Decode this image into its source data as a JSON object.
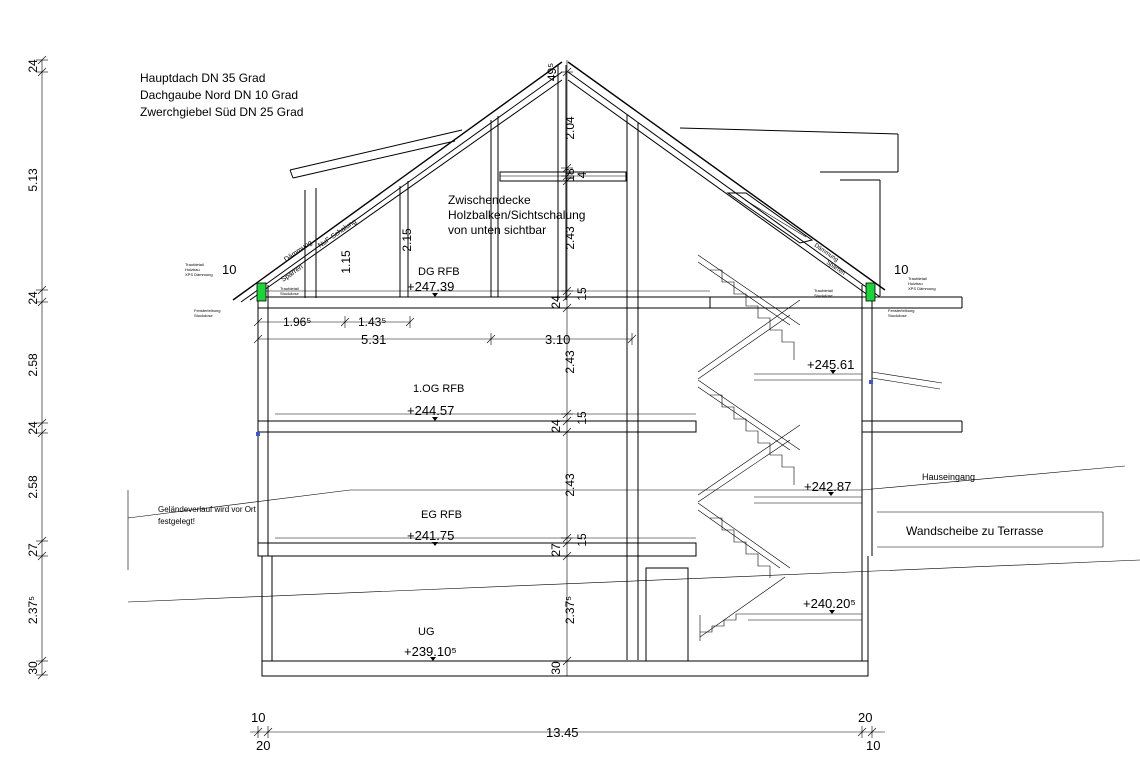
{
  "header_notes": [
    "Hauptdach DN 35 Grad",
    "Dachgaube Nord DN 10 Grad",
    "Zwerchgiebel Süd DN 25 Grad"
  ],
  "left_dims": [
    "24",
    "5.13",
    "24",
    "2.58",
    "24",
    "2.58",
    "27",
    "2.37⁵",
    "30"
  ],
  "center_dims": [
    "49⁵",
    "2.04",
    "18",
    "4",
    "2.43",
    "2.15",
    "1.15",
    "24",
    "15",
    "2.43",
    "24",
    "15",
    "2.43",
    "27",
    "15",
    "2.37⁵",
    "30"
  ],
  "levels": {
    "dg_label": "DG RFB",
    "dg_value": "+247.39",
    "og_label": "1.OG RFB",
    "og_value": "+244.57",
    "eg_label": "EG RFB",
    "eg_value": "+241.75",
    "ug_label": "UG",
    "ug_value": "+239.10⁵",
    "landing1": "+245.61",
    "landing2": "+242.87",
    "landing3": "+240.20⁵"
  },
  "horiz_dims": [
    "1.96⁵",
    "1.43⁵",
    "5.31",
    "3.10"
  ],
  "annotations": {
    "zwischendecke": [
      "Zwischendecke",
      "Holzbalken/Sichtschalung",
      "von unten sichtbar"
    ],
    "gelaende": [
      "Geländeverlauf wird vor Ort",
      "festgelegt!"
    ],
    "hauseingang": "Hauseingang",
    "wandscheibe": "Wandscheibe zu Terrasse",
    "daemmung": "Dämmung",
    "nuf": "NuF-Schalung",
    "sparren": "Sparren",
    "daemmung_r": "Dämmung",
    "sparren_r": "Sparren",
    "left_ten": "10",
    "right_ten": "10"
  },
  "small_notes": {
    "left_top": [
      "Traufdetail",
      "Holzbau",
      "XPS Dämmung"
    ],
    "left_mid": [
      "Traufdetail",
      "Stuckdose"
    ],
    "left_low": [
      "Fensterleibung",
      "Stuckdose"
    ],
    "right_top": [
      "Traufdetail",
      "Holzbau",
      "XPS Dämmung"
    ],
    "right_mid": [
      "Traufdetail",
      "Stuckdose"
    ],
    "right_low": [
      "Fensterleibung",
      "Stuckdose"
    ]
  },
  "bottom_dims": [
    "10",
    "20",
    "13.45",
    "20",
    "10"
  ]
}
